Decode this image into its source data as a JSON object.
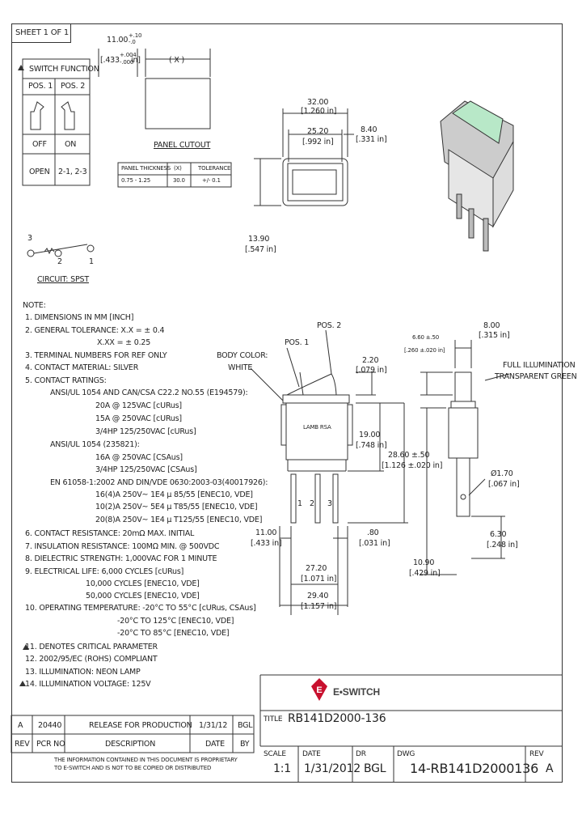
{
  "sheet_label": "SHEET 1 OF 1",
  "switch_function": {
    "title": "SWITCH FUNCTION",
    "headers": [
      "POS. 1",
      "POS. 2"
    ],
    "row_states": [
      "OFF",
      "ON"
    ],
    "row_open": [
      "OPEN",
      "2-1, 2-3"
    ]
  },
  "panel_cutout": {
    "width_dim": "11.00",
    "width_tol_plus": "+.10",
    "width_tol_minus": "-.0",
    "width_in": "[.433",
    "width_in_tol_plus": "+.004",
    "width_in_tol_minus": "-.000",
    "width_in_suffix": "in]",
    "x_label": "( X )",
    "label": "PANEL CUTOUT",
    "thickness_headers": [
      "PANEL THICKNESS",
      "(X)",
      "TOLERANCE"
    ],
    "thickness_values": [
      "0.75 - 1.25",
      "30.0",
      "+/- 0.1"
    ]
  },
  "top_view": {
    "dim_32": "32.00",
    "dim_32_in": "[1.260 in]",
    "dim_25": "25.20",
    "dim_25_in": "[.992 in]",
    "dim_8": "8.40",
    "dim_8_in": "[.331 in]",
    "dim_13": "13.90",
    "dim_13_in": "[.547 in]"
  },
  "circuit": {
    "label": "CIRCUIT: SPST",
    "terminals": [
      "3",
      "2",
      "1"
    ]
  },
  "notes": {
    "title": "NOTE:",
    "lines": [
      "1. DIMENSIONS IN MM [INCH]",
      "2. GENERAL TOLERANCE:  X.X = ± 0.4",
      "X.XX = ± 0.25",
      "3. TERMINAL NUMBERS FOR REF ONLY",
      "4. CONTACT MATERIAL: SILVER",
      "5. CONTACT RATINGS:",
      "ANSI/UL 1054 AND CAN/CSA C22.2 NO.55 (E194579):",
      "20A @ 125VAC [cURus]",
      "15A @ 250VAC [cURus]",
      "3/4HP 125/250VAC [cURus]",
      "ANSI/UL 1054 (235821):",
      "16A @ 250VAC [CSAus]",
      "3/4HP 125/250VAC [CSAus]",
      "EN 61058-1:2002 AND DIN/VDE 0630:2003-03(40017926):",
      "16(4)A 250V~ 1E4 μ 85/55 [ENEC10, VDE]",
      "10(2)A 250V~ 5E4 μ T85/55 [ENEC10, VDE]",
      "20(8)A 250V~ 1E4 μ T125/55 [ENEC10, VDE]",
      "6. CONTACT RESISTANCE: 20mΩ MAX. INITIAL",
      "7. INSULATION RESISTANCE: 100MΩ MIN. @ 500VDC",
      "8. DIELECTRIC STRENGTH: 1,000VAC FOR 1 MINUTE",
      "9. ELECTRICAL LIFE: 6,000 CYCLES [cURus]",
      "10,000 CYCLES [ENEC10, VDE]",
      "50,000 CYCLES [ENEC10, VDE]",
      "10. OPERATING TEMPERATURE: -20°C TO 55°C [cURus, CSAus]",
      "-20°C TO 125°C [ENEC10, VDE]",
      "-20°C TO 85°C [ENEC10, VDE]",
      "11.  DENOTES CRITICAL PARAMETER",
      "12. 2002/95/EC (ROHS) COMPLIANT",
      "13. ILLUMINATION: NEON LAMP",
      "14. ILLUMINATION VOLTAGE: 125V"
    ]
  },
  "side_view": {
    "pos1": "POS. 1",
    "pos2": "POS. 2",
    "body_color": "BODY COLOR:",
    "body_color_val": "WHITE",
    "dim_2": "2.20",
    "dim_2_in": "[.079 in]",
    "dim_19": "19.00",
    "dim_19_in": "[.748 in]",
    "dim_28": "28.60 ±.50",
    "dim_28_in": "[1.126 ±.020 in]",
    "dim_11": "11.00",
    "dim_11_in": "[.433 in]",
    "dim_80": ".80",
    "dim_80_in": "[.031 in]",
    "dim_27": "27.20",
    "dim_27_in": "[1.071 in]",
    "dim_29": "29.40",
    "dim_29_in": "[1.157 in]",
    "pin_labels": [
      "1",
      "2",
      "3"
    ],
    "housing_text": "LAMB  RSA"
  },
  "end_view": {
    "dim_8": "8.00",
    "dim_8_in": "[.315 in]",
    "dim_6_6": "6.60 ±.50",
    "dim_6_6_in": "[.260 ±.020 in]",
    "full_illum": "FULL ILLUMINATION",
    "transparent": "TRANSPARENT GREEN",
    "dim_dia": "Ø1.70",
    "dim_dia_in": "[.067 in]",
    "dim_6_3": "6.30",
    "dim_6_3_in": "[.248 in]",
    "dim_10_9": "10.90",
    "dim_10_9_in": "[.429 in]"
  },
  "brand": "E•SWITCH",
  "revision_table": {
    "row": [
      "A",
      "20440",
      "RELEASE FOR PRODUCTION",
      "1/31/12",
      "BGL"
    ],
    "headers": [
      "REV",
      "PCR NO",
      "DESCRIPTION",
      "DATE",
      "BY"
    ]
  },
  "confidential": [
    "THE INFORMATION CONTAINED IN THIS DOCUMENT IS PROPRIETARY",
    "TO E-SWITCH AND IS NOT TO BE COPIED OR DISTRIBUTED"
  ],
  "title_block": {
    "title_label": "TITLE",
    "title_value": "RB141D2000-136",
    "scale_label": "SCALE",
    "scale_value": "1:1",
    "date_label": "DATE",
    "date_value": "1/31/2012",
    "dr_label": "DR",
    "dr_value": "BGL",
    "dwg_label": "DWG",
    "dwg_value": "14-RB141D2000136",
    "rev_label": "REV",
    "rev_value": "A"
  },
  "colors": {
    "line": "#333333",
    "brand_red": "#c8102e",
    "lens_green": "#b8e8c8"
  }
}
